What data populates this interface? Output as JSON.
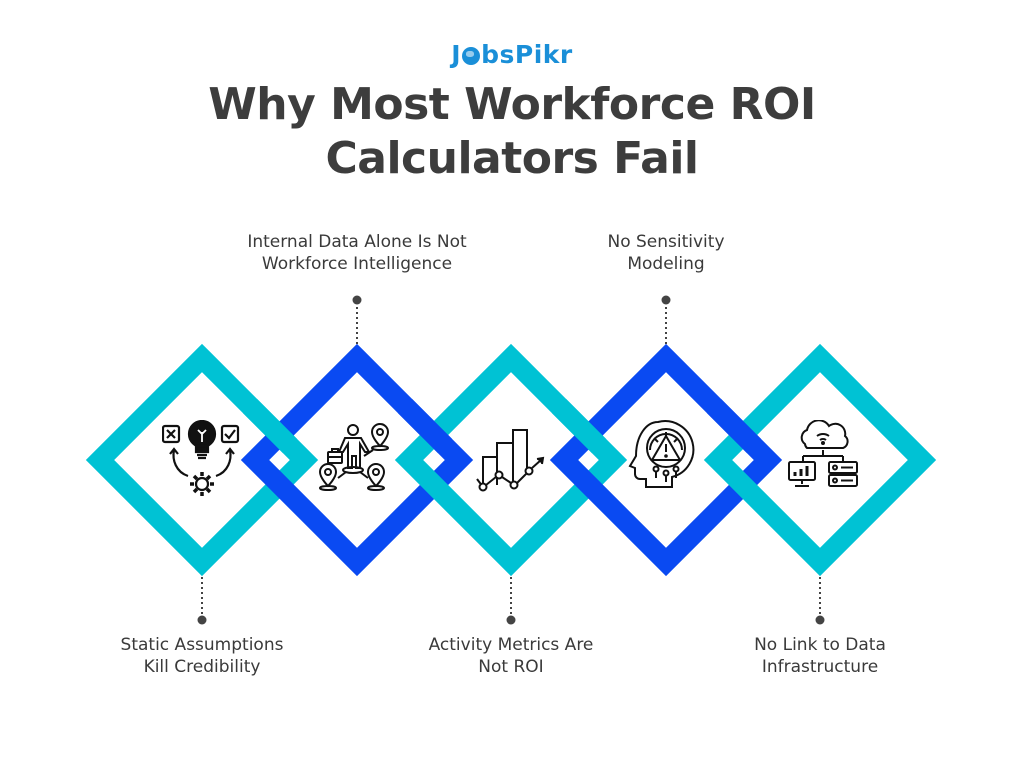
{
  "brand": {
    "logo_prefix": "J",
    "logo_suffix": "bsPikr",
    "color": "#1a8fd8"
  },
  "header": {
    "title_line1": "Why Most Workforce ROI",
    "title_line2": "Calculators Fail"
  },
  "colors": {
    "cyan": "#00c2d4",
    "blue": "#0a4af2",
    "text": "#3d3d3d",
    "connector": "#444444"
  },
  "items": [
    {
      "label_line1": "Static Assumptions",
      "label_line2": "Kill Credibility",
      "position": "bottom",
      "color": "cyan",
      "icon": "lightbulb-decision-gear-icon"
    },
    {
      "label_line1": "Internal Data Alone Is Not",
      "label_line2": "Workforce Intelligence",
      "position": "top",
      "color": "blue",
      "icon": "person-locations-network-icon"
    },
    {
      "label_line1": "Activity Metrics Are",
      "label_line2": "Not ROI",
      "position": "bottom",
      "color": "cyan",
      "icon": "growth-chart-trend-icon"
    },
    {
      "label_line1": "No Sensitivity",
      "label_line2": "Modeling",
      "position": "top",
      "color": "blue",
      "icon": "head-risk-gauge-icon"
    },
    {
      "label_line1": "No Link to Data",
      "label_line2": "Infrastructure",
      "position": "bottom",
      "color": "cyan",
      "icon": "cloud-data-infrastructure-icon"
    }
  ]
}
